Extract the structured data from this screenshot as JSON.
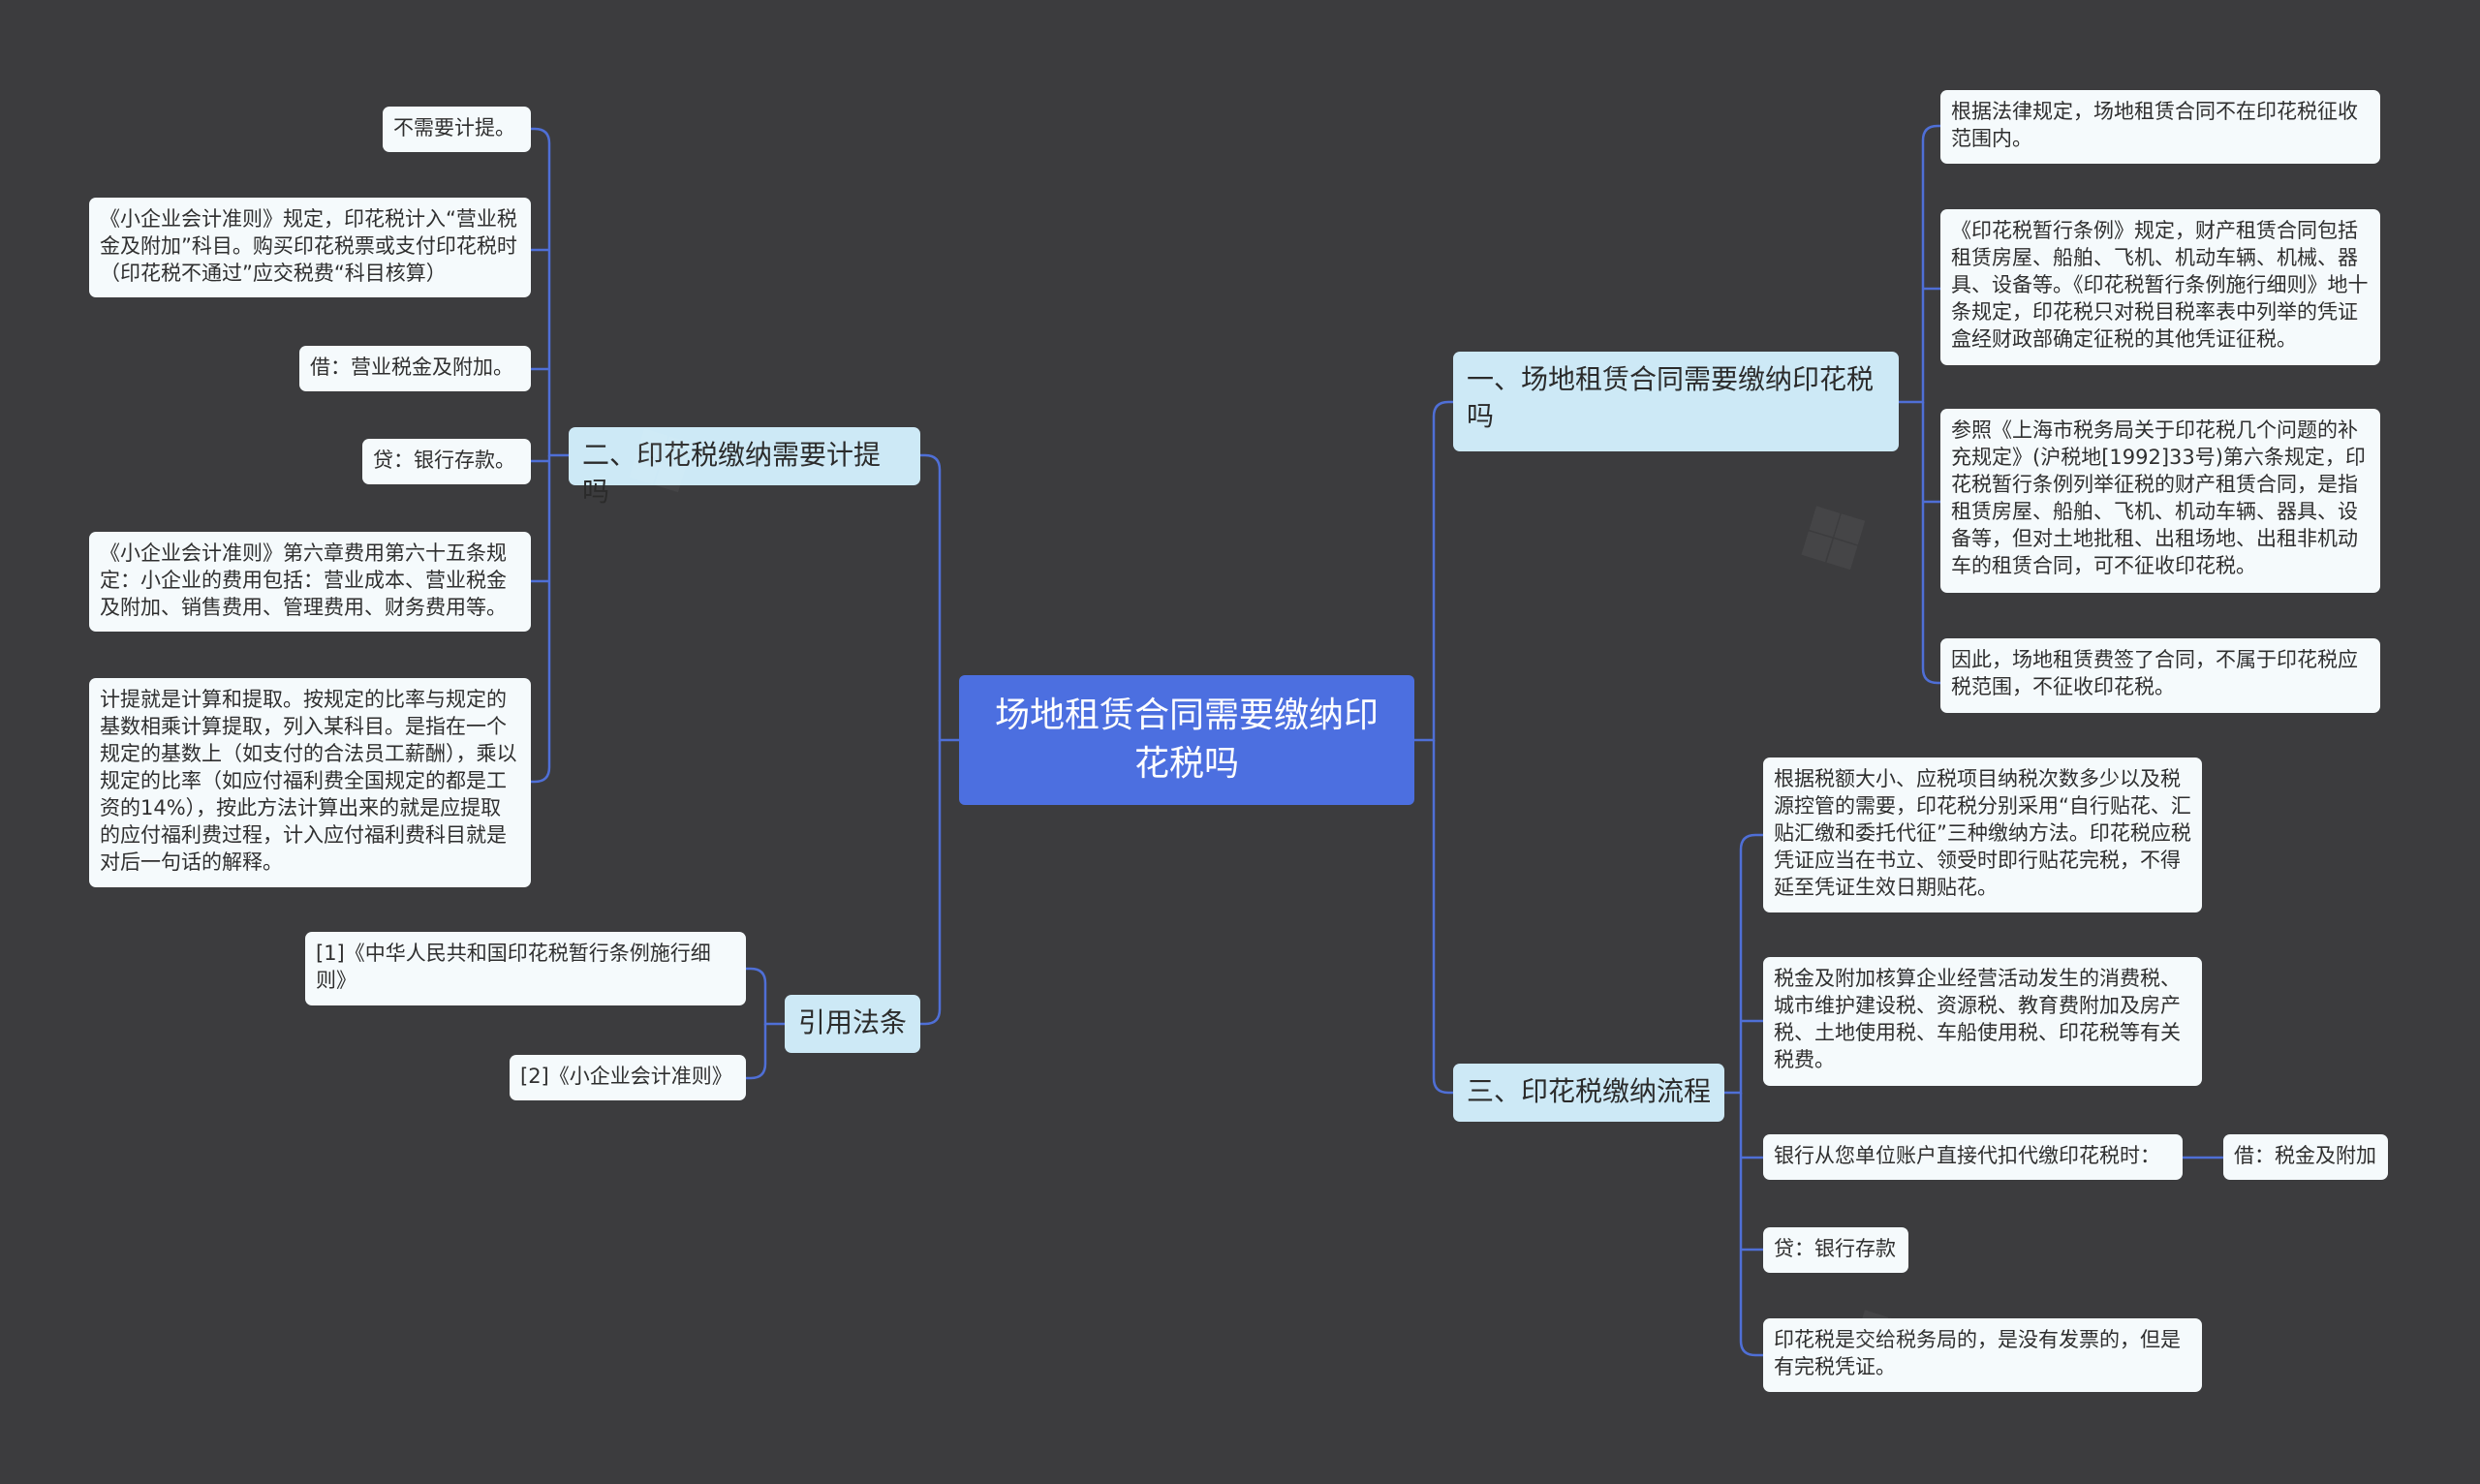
{
  "root": {
    "label": "场地租赁合同需要缴纳印花税吗"
  },
  "branches": {
    "b1": {
      "label": "一、场地租赁合同需要缴纳印花税吗",
      "leaves": [
        "根据法律规定，场地租赁合同不在印花税征收范围内。",
        "《印花税暂行条例》规定，财产租赁合同包括租赁房屋、船舶、飞机、机动车辆、机械、器具、设备等。《印花税暂行条例施行细则》地十条规定，印花税只对税目税率表中列举的凭证盒经财政部确定征税的其他凭证征税。",
        "参照《上海市税务局关于印花税几个问题的补充规定》(沪税地[1992]33号)第六条规定，印花税暂行条例列举征税的财产租赁合同，是指租赁房屋、船舶、飞机、机动车辆、器具、设备等，但对土地批租、出租场地、出租非机动车的租赁合同，可不征收印花税。",
        "因此，场地租赁费签了合同，不属于印花税应税范围，不征收印花税。"
      ]
    },
    "b2": {
      "label": "二、印花税缴纳需要计提吗",
      "leaves": [
        "不需要计提。",
        "《小企业会计准则》规定，印花税计入“营业税金及附加”科目。购买印花税票或支付印花税时（印花税不通过”应交税费“科目核算）",
        "借：营业税金及附加。",
        "贷：银行存款。",
        "《小企业会计准则》第六章费用第六十五条规定：小企业的费用包括：营业成本、营业税金及附加、销售费用、管理费用、财务费用等。",
        "计提就是计算和提取。按规定的比率与规定的基数相乘计算提取，列入某科目。是指在一个规定的基数上（如支付的合法员工薪酬），乘以规定的比率（如应付福利费全国规定的都是工资的14%），按此方法计算出来的就是应提取的应付福利费过程，计入应付福利费科目就是对后一句话的解释。"
      ]
    },
    "b3": {
      "label": "三、印花税缴纳流程",
      "leaves": [
        "根据税额大小、应税项目纳税次数多少以及税源控管的需要，印花税分别采用“自行贴花、汇贴汇缴和委托代征”三种缴纳方法。印花税应税凭证应当在书立、领受时即行贴花完税，不得延至凭证生效日期贴花。",
        "税金及附加核算企业经营活动发生的消费税、城市维护建设税、资源税、教育费附加及房产税、土地使用税、车船使用税、印花税等有关税费。",
        "银行从您单位账户直接代扣代缴印花税时：",
        "贷：银行存款",
        "印花税是交给税务局的，是没有发票的，但是有完税凭证。"
      ],
      "subleaf": "借：税金及附加"
    },
    "b4": {
      "label": "引用法条",
      "leaves": [
        "[1]《中华人民共和国印花税暂行条例施行细则》",
        "[2]《小企业会计准则》"
      ]
    }
  },
  "colors": {
    "background": "#3c3c3e",
    "root": "#4c6fe0",
    "branch": "#cde9f6",
    "leaf": "#f5fafc",
    "connector": "#4f6fd6"
  }
}
